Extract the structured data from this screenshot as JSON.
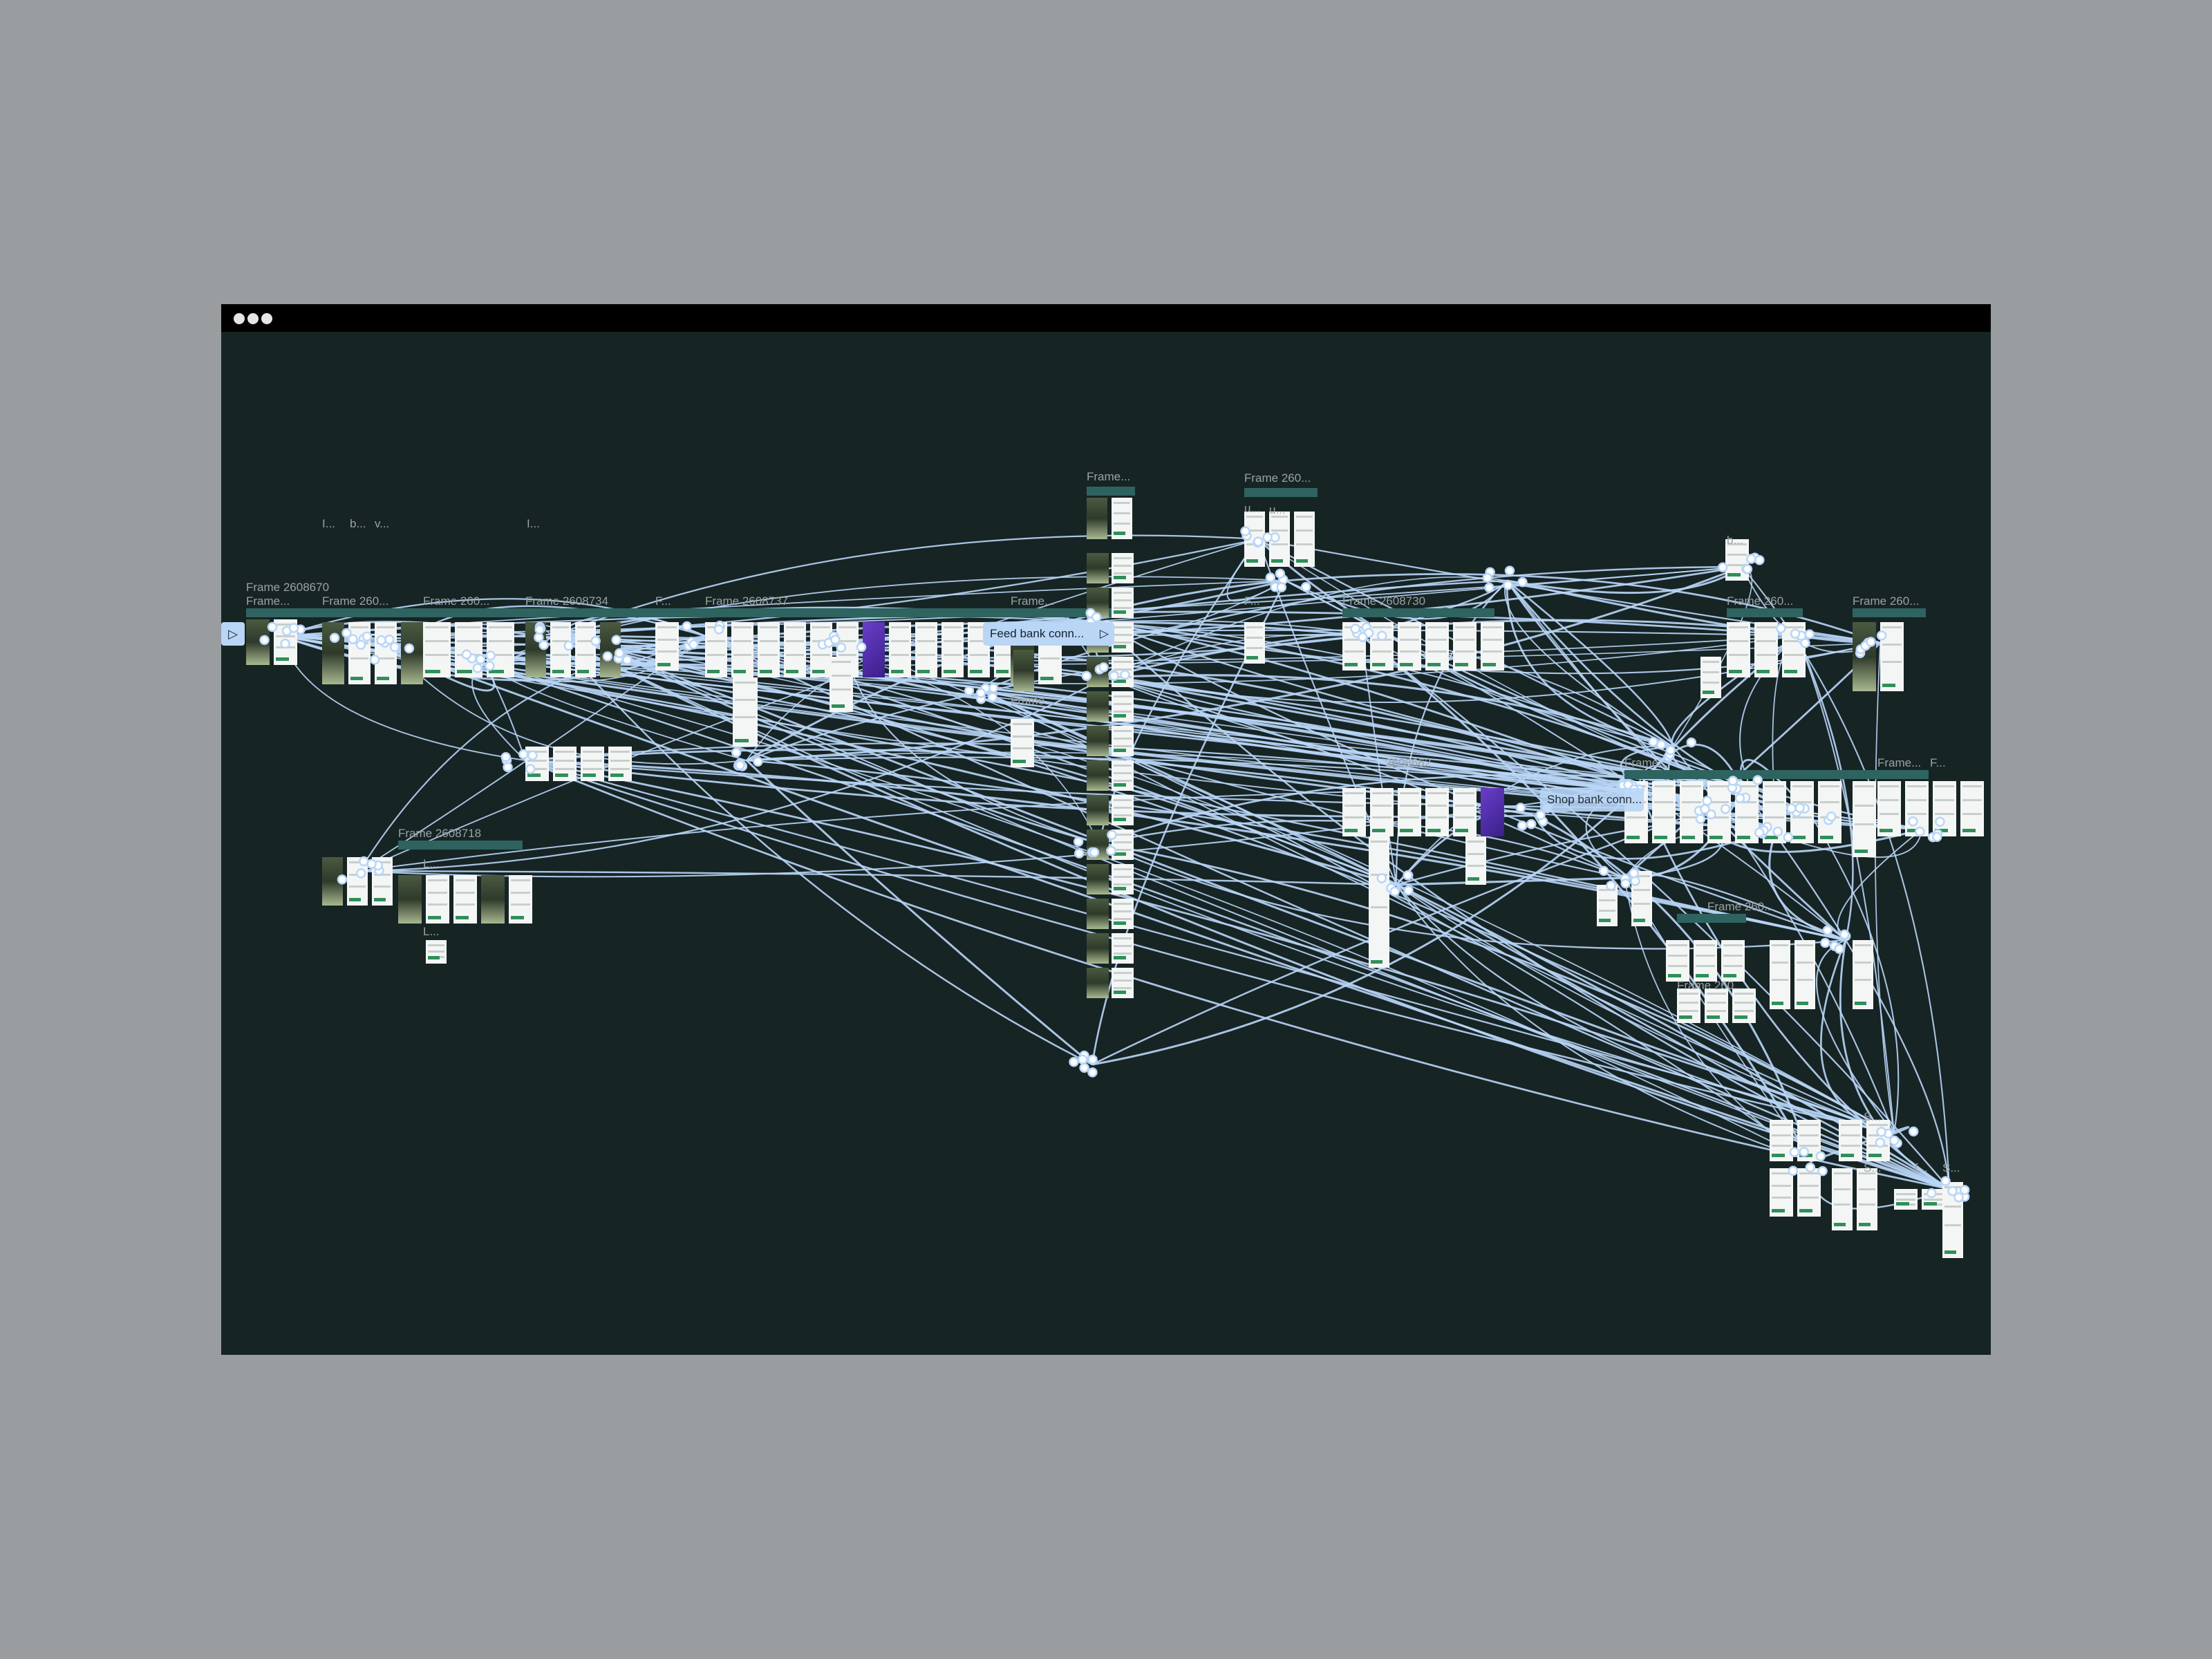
{
  "window": {
    "controls": [
      "close",
      "minimize",
      "maximize"
    ]
  },
  "canvas": {
    "background": "#172424",
    "accent": "#b9d6f7",
    "header_color": "#2e6360",
    "frame_labels": [
      "Frame 2608670",
      "Frame...",
      "Frame 260...",
      "Frame 260...",
      "Frame 2608734",
      "F...",
      "Frame 2608737",
      "Frame...",
      "Frame...",
      "Frame...",
      "Frame 260...",
      "Frame 2608730",
      "Frame 260...",
      "Frame 260...",
      "Frame...",
      "Frame...",
      "F...",
      "Frame 2608718",
      "Frame 260...",
      "Frame 260...",
      "I...",
      "b...",
      "v...",
      "I...",
      "b...",
      "u...",
      "u...",
      "F...",
      "L...",
      "L...",
      "2608662",
      "S...",
      "S...",
      "f...",
      "S..."
    ],
    "flow_starts": [
      {
        "label": "Feed bank conn..."
      },
      {
        "label": "Shop bank conn..."
      }
    ]
  }
}
